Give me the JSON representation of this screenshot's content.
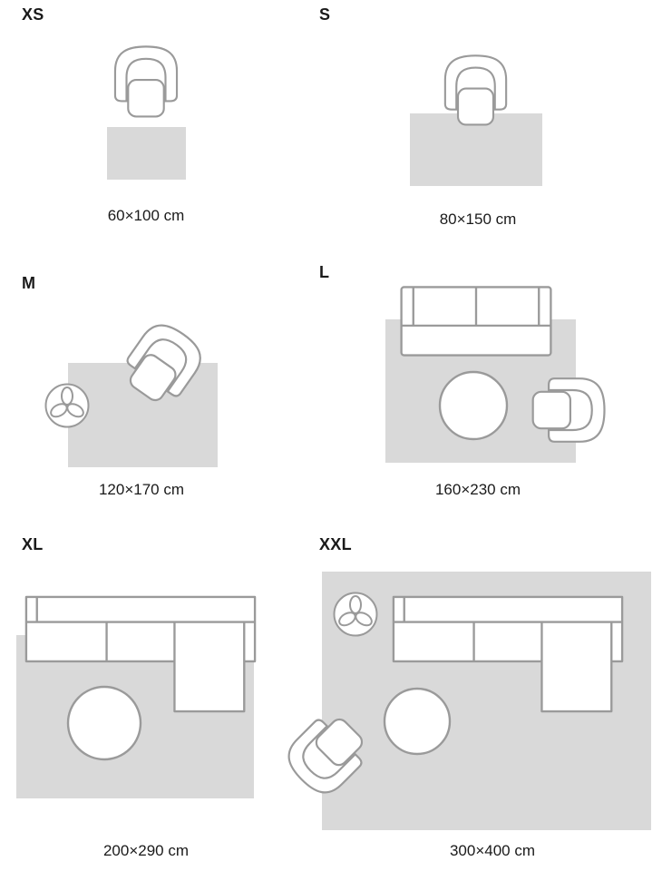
{
  "colors": {
    "rug": "#d9d9d9",
    "line": "#9a9a9a",
    "text": "#1a1a1a"
  },
  "sizes": [
    {
      "label": "XS",
      "dimensions": "60×100 cm",
      "furniture": [
        "armchair"
      ]
    },
    {
      "label": "S",
      "dimensions": "80×150 cm",
      "furniture": [
        "armchair"
      ]
    },
    {
      "label": "M",
      "dimensions": "120×170 cm",
      "furniture": [
        "armchair",
        "plant"
      ]
    },
    {
      "label": "L",
      "dimensions": "160×230 cm",
      "furniture": [
        "sofa",
        "coffee-table",
        "armchair"
      ]
    },
    {
      "label": "XL",
      "dimensions": "200×290 cm",
      "furniture": [
        "sectional-sofa",
        "coffee-table"
      ]
    },
    {
      "label": "XXL",
      "dimensions": "300×400 cm",
      "furniture": [
        "plant",
        "sectional-sofa",
        "coffee-table",
        "armchair"
      ]
    }
  ]
}
